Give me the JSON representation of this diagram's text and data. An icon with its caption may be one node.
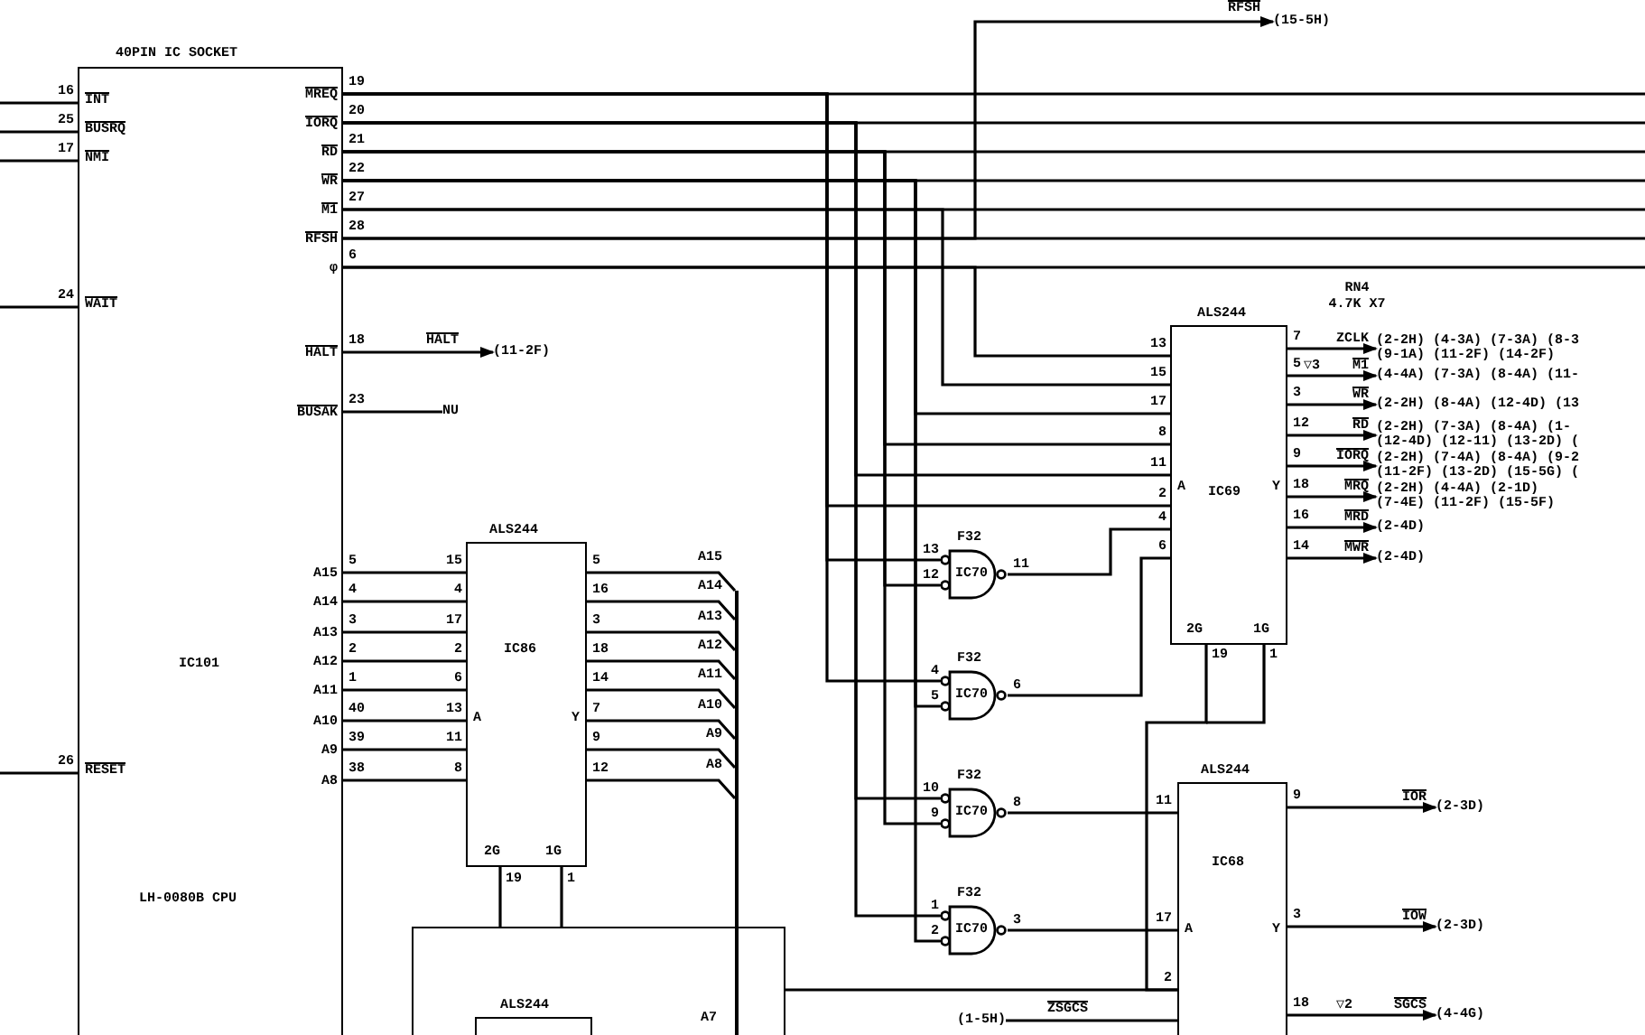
{
  "diagram": {
    "nodes": [
      {
        "text": [
          "40PIN IC SOCKET",
          "IC101",
          "LH-0080B CPU"
        ]
      },
      {
        "text": [
          "ALS244",
          "IC86"
        ]
      },
      {
        "text": [
          "ALS244",
          "IC69"
        ]
      },
      {
        "text": [
          "ALS244",
          "IC68"
        ]
      },
      {
        "text": [],
        "shape": "box"
      },
      {
        "text": [
          "ALS244"
        ],
        "in": 4
      },
      {
        "text": [
          "F32",
          "IC70"
        ]
      },
      {
        "text": [
          "F32",
          "IC70"
        ]
      },
      {
        "text": [
          "F32",
          "IC70"
        ]
      },
      {
        "text": [
          "F32",
          "IC70"
        ]
      },
      {
        "text": [
          "(15-5H)"
        ]
      },
      {
        "text": [
          "(11-2F)"
        ]
      },
      {
        "text": [
          "NU"
        ]
      },
      {
        "text": [
          "(2-2H) (4-3A) (7-3A) (8-3",
          "(9-1A) (11-2F) (14-2F)"
        ]
      },
      {
        "text": [
          "(4-4A) (7-3A) (8-4A) (11-"
        ]
      },
      {
        "text": [
          "(2-2H) (8-4A) (12-4D) (13"
        ]
      },
      {
        "text": [
          "(2-2H) (7-3A) (8-4A) (1-",
          "(12-4D) (12-11) (13-2D) ("
        ]
      },
      {
        "text": [
          "(2-2H) (7-4A) (8-4A) (9-2",
          "(11-2F) (13-2D) (15-5G) ("
        ]
      },
      {
        "text": [
          "(2-2H) (4-4A) (2-1D)",
          "(7-4E) (11-2F) (15-5F)"
        ]
      },
      {
        "text": [
          "(2-4D)"
        ]
      },
      {
        "text": [
          "(2-4D)"
        ]
      },
      {
        "text": [
          "(2-3D)"
        ]
      },
      {
        "text": [
          "(2-3D)"
        ]
      },
      {
        "text": [
          "(4-4G)"
        ]
      },
      {
        "text": [
          "(1-5H)"
        ]
      },
      {
        "text": [],
        "shape": "bar"
      }
    ],
    "edges": [
      {
        "from": 0,
        "to": 10,
        "arrow": "to",
        "label": "RFSH"
      },
      {
        "from": 0,
        "to": 11,
        "arrow": "to",
        "label": "HALT"
      },
      {
        "from": 0,
        "to": 12,
        "arrow": "none"
      },
      {
        "from": 0,
        "to": 2,
        "arrow": "none"
      },
      {
        "from": 0,
        "to": 2,
        "arrow": "none"
      },
      {
        "from": 0,
        "to": 2,
        "arrow": "none"
      },
      {
        "from": 0,
        "to": 2,
        "arrow": "none"
      },
      {
        "from": 0,
        "to": 2,
        "arrow": "none"
      },
      {
        "from": 0,
        "to": 2,
        "arrow": "none"
      },
      {
        "from": 0,
        "to": 6,
        "arrow": "none"
      },
      {
        "from": 0,
        "to": 6,
        "arrow": "none"
      },
      {
        "from": 0,
        "to": 7,
        "arrow": "none"
      },
      {
        "from": 0,
        "to": 7,
        "arrow": "none"
      },
      {
        "from": 0,
        "to": 8,
        "arrow": "none"
      },
      {
        "from": 0,
        "to": 8,
        "arrow": "none"
      },
      {
        "from": 0,
        "to": 9,
        "arrow": "none"
      },
      {
        "from": 0,
        "to": 9,
        "arrow": "none"
      },
      {
        "from": 6,
        "to": 2,
        "arrow": "none"
      },
      {
        "from": 7,
        "to": 2,
        "arrow": "none"
      },
      {
        "from": 8,
        "to": 3,
        "arrow": "none"
      },
      {
        "from": 9,
        "to": 3,
        "arrow": "none"
      },
      {
        "from": 0,
        "to": 1,
        "arrow": "none"
      },
      {
        "from": 0,
        "to": 1,
        "arrow": "none"
      },
      {
        "from": 0,
        "to": 1,
        "arrow": "none"
      },
      {
        "from": 0,
        "to": 1,
        "arrow": "none"
      },
      {
        "from": 0,
        "to": 1,
        "arrow": "none"
      },
      {
        "from": 0,
        "to": 1,
        "arrow": "none"
      },
      {
        "from": 0,
        "to": 1,
        "arrow": "none"
      },
      {
        "from": 0,
        "to": 1,
        "arrow": "none"
      },
      {
        "from": 1,
        "to": 4,
        "arrow": "none"
      },
      {
        "from": 1,
        "to": 4,
        "arrow": "none"
      },
      {
        "from": 2,
        "to": 13,
        "arrow": "to",
        "label": "ZCLK"
      },
      {
        "from": 2,
        "to": 14,
        "arrow": "to",
        "label": "M1"
      },
      {
        "from": 2,
        "to": 15,
        "arrow": "to",
        "label": "WR"
      },
      {
        "from": 2,
        "to": 16,
        "arrow": "to",
        "label": "RD"
      },
      {
        "from": 2,
        "to": 17,
        "arrow": "to",
        "label": "IORQ"
      },
      {
        "from": 2,
        "to": 18,
        "arrow": "to",
        "label": "MRQ"
      },
      {
        "from": 2,
        "to": 19,
        "arrow": "to",
        "label": "MRD"
      },
      {
        "from": 2,
        "to": 20,
        "arrow": "to",
        "label": "MWR"
      },
      {
        "from": 3,
        "to": 21,
        "arrow": "to",
        "label": "IOR"
      },
      {
        "from": 3,
        "to": 22,
        "arrow": "to",
        "label": "IOW"
      },
      {
        "from": 3,
        "to": 23,
        "arrow": "to",
        "label": "SGCS"
      },
      {
        "from": 24,
        "to": 3,
        "arrow": "none",
        "label": "ZSGCS"
      },
      {
        "from": 4,
        "to": 3,
        "arrow": "none"
      },
      {
        "from": 2,
        "to": 3,
        "arrow": "none"
      },
      {
        "from": 1,
        "to": 25,
        "arrow": "none"
      },
      {
        "from": 1,
        "to": 25,
        "arrow": "none"
      },
      {
        "from": 1,
        "to": 25,
        "arrow": "none"
      },
      {
        "from": 1,
        "to": 25,
        "arrow": "none"
      },
      {
        "from": 1,
        "to": 25,
        "arrow": "none"
      },
      {
        "from": 1,
        "to": 25,
        "arrow": "none"
      },
      {
        "from": 1,
        "to": 25,
        "arrow": "none"
      },
      {
        "from": 1,
        "to": 25,
        "arrow": "none"
      }
    ],
    "labels": [
      "16",
      "INT",
      "25",
      "BUSRQ",
      "17",
      "NMI",
      "24",
      "WAIT",
      "26",
      "RESET",
      "19",
      "MREQ",
      "20",
      "IORQ",
      "21",
      "RD",
      "22",
      "WR",
      "27",
      "M1",
      "28",
      "RFSH",
      "6",
      "φ",
      "18",
      "HALT",
      "23",
      "BUSAK",
      "5",
      "A15",
      "4",
      "A14",
      "3",
      "A13",
      "2",
      "A12",
      "1",
      "A11",
      "40",
      "A10",
      "39",
      "A9",
      "38",
      "A8",
      "15",
      "4",
      "17",
      "2",
      "6",
      "13",
      "11",
      "8",
      "A",
      "5",
      "16",
      "3",
      "18",
      "14",
      "7",
      "9",
      "12",
      "Y",
      "A15",
      "A14",
      "A13",
      "A12",
      "A11",
      "A10",
      "A9",
      "A8",
      "2G",
      "1G",
      "19",
      "1",
      "A7",
      "RN4 4.7K X7",
      "13",
      "15",
      "17",
      "8",
      "11",
      "2",
      "4",
      "6",
      "A",
      "7",
      "5",
      "3",
      "12",
      "9",
      "18",
      "16",
      "14",
      "Y",
      "▽3",
      "2G",
      "1G",
      "19",
      "1",
      "13",
      "12",
      "11",
      "4",
      "5",
      "6",
      "10",
      "9",
      "8",
      "1",
      "2",
      "3",
      "11",
      "17",
      "2",
      "A",
      "9",
      "3",
      "18",
      "Y",
      "▽2"
    ]
  }
}
